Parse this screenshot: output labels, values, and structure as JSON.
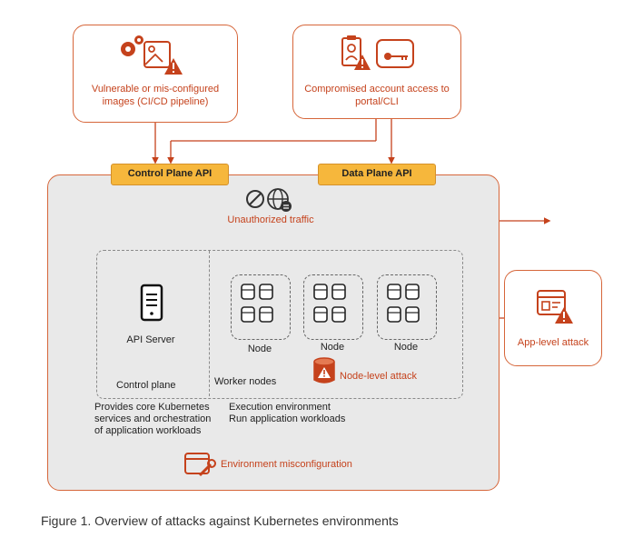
{
  "threats": {
    "images": "Vulnerable or mis-configured images (CI/CD pipeline)",
    "account": "Compromised account access to portal/CLI",
    "app_attack": "App-level attack"
  },
  "apis": {
    "control": "Control Plane API",
    "data": "Data Plane API"
  },
  "traffic": "Unauthorized traffic",
  "api_server": "API Server",
  "nodes": [
    "Node",
    "Node",
    "Node"
  ],
  "control_plane": "Control plane",
  "worker_nodes": "Worker nodes",
  "node_attack": "Node-level attack",
  "control_desc": "Provides core Kubernetes services and orchestration of application workloads",
  "worker_desc_1": "Execution environment",
  "worker_desc_2": "Run application workloads",
  "env_misconfig": "Environment misconfiguration",
  "caption": "Figure 1. Overview of attacks against Kubernetes environments",
  "colors": {
    "accent": "#d6663a",
    "api_fill": "#f6b73c",
    "panel": "#e9e9e9",
    "warning": "#c5421c"
  }
}
